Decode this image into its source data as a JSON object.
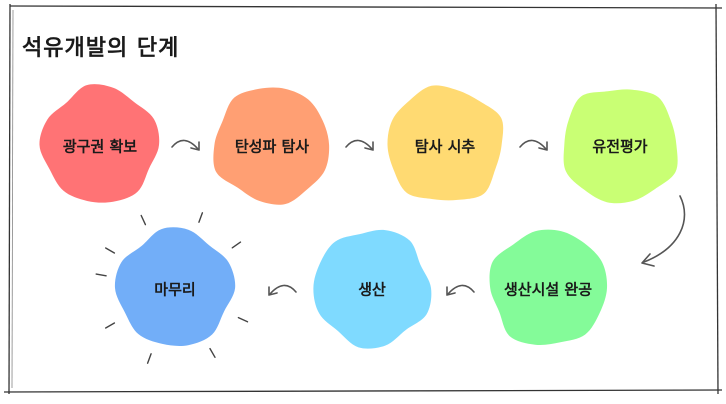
{
  "title": "석유개발의 단계",
  "colors": {
    "border": "#333333",
    "text": "#1a1a1a",
    "arrow": "#555555"
  },
  "steps": [
    {
      "label": "광구권 확보",
      "color": "#ff6b6e"
    },
    {
      "label": "탄성파 탐사",
      "color": "#ff9a6c"
    },
    {
      "label": "탐사 시추",
      "color": "#ffd86a"
    },
    {
      "label": "유전평가",
      "color": "#c6ff6d"
    },
    {
      "label": "생산시설 완공",
      "color": "#7dfb93"
    },
    {
      "label": "생산",
      "color": "#78d8ff"
    },
    {
      "label": "마무리",
      "color": "#6aaaf8"
    }
  ],
  "icons": {
    "step_arrow": "curved-arrow-icon",
    "sun_rays": "sun-rays-icon"
  }
}
